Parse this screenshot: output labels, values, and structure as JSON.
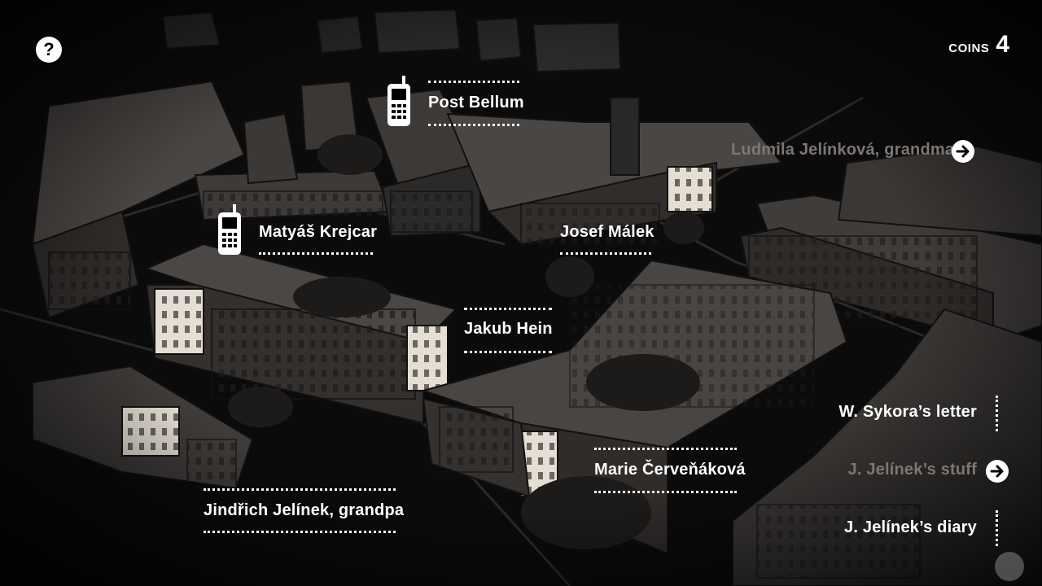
{
  "hud": {
    "help_glyph": "?",
    "coins_label": "COINS",
    "coins_value": "4"
  },
  "map_labels": {
    "post_bellum": "Post Bellum",
    "matyas": "Matyáš Krejcar",
    "josef": "Josef Málek",
    "jakub": "Jakub Hein",
    "marie": "Marie Červeňáková",
    "jindrich": "Jindřich Jelínek, grandpa",
    "ludmila": "Ludmila Jelínková, grandma"
  },
  "side_list": {
    "items": [
      {
        "label": "W. Sykora’s letter",
        "state": "active"
      },
      {
        "label": "J. Jelínek’s stuff",
        "state": "dimmed"
      },
      {
        "label": "J. Jelínek’s diary",
        "state": "active"
      }
    ]
  },
  "colors": {
    "background": "#0b0b0b",
    "text": "#ffffff",
    "dimmed_text": "#7d7672",
    "building_fill": "#3a3735",
    "lit_window": "#e9e4dc"
  },
  "icons": [
    "help-icon",
    "phone-icon",
    "arrow-right-icon"
  ]
}
